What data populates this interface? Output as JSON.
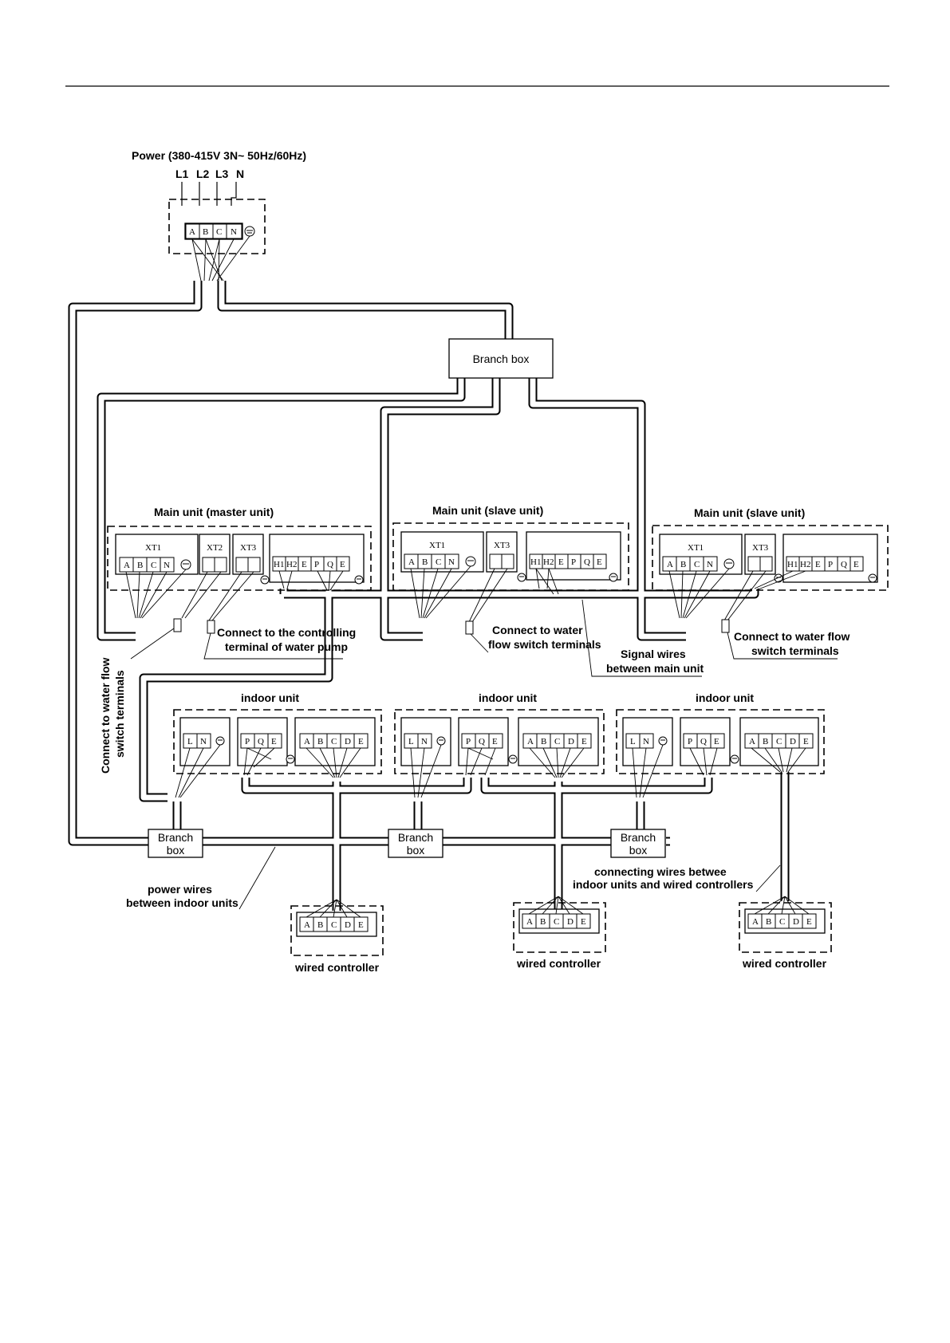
{
  "power": {
    "title": "Power (380-415V 3N~ 50Hz/60Hz)",
    "phases": [
      "L1",
      "L2",
      "L3",
      "N"
    ],
    "terminals": [
      "A",
      "B",
      "C",
      "N"
    ]
  },
  "branch_box_top": "Branch box",
  "units": {
    "master": {
      "title": "Main unit (master unit)",
      "xt1_label": "XT1",
      "xt1_terms": [
        "A",
        "B",
        "C",
        "N"
      ],
      "xt2_label": "XT2",
      "xt3_label": "XT3",
      "sig_terms": [
        "H1",
        "H2",
        "E",
        "P",
        "Q",
        "E"
      ]
    },
    "slave1": {
      "title": "Main unit (slave unit)",
      "xt1_label": "XT1",
      "xt1_terms": [
        "A",
        "B",
        "C",
        "N"
      ],
      "xt3_label": "XT3",
      "sig_terms": [
        "H1",
        "H2",
        "E",
        "P",
        "Q",
        "E"
      ]
    },
    "slave2": {
      "title": "Main unit (slave unit)",
      "xt1_label": "XT1",
      "xt1_terms": [
        "A",
        "B",
        "C",
        "N"
      ],
      "xt3_label": "XT3",
      "sig_terms": [
        "H1",
        "H2",
        "E",
        "P",
        "Q",
        "E"
      ]
    }
  },
  "annotations": {
    "pump_1": "Connect to the controlling",
    "pump_2": "terminal of water pump",
    "flow_mid_1": "Connect to water",
    "flow_mid_2": "flow switch terminals",
    "flow_right_1": "Connect to water flow",
    "flow_right_2": "switch terminals",
    "signal_1": "Signal wires",
    "signal_2": "between main unit",
    "flow_left_1": "Connect to water flow",
    "flow_left_2": "switch terminals",
    "power_wires_1": "power wires",
    "power_wires_2": "between indoor units",
    "ctrl_wires_1": "connecting wires betwee",
    "ctrl_wires_2": "indoor units and wired controllers"
  },
  "indoor_units": [
    {
      "title": "indoor unit",
      "power_terms": [
        "L",
        "N"
      ],
      "comm_terms": [
        "P",
        "Q",
        "E"
      ],
      "ctrl_terms": [
        "A",
        "B",
        "C",
        "D",
        "E"
      ]
    },
    {
      "title": "indoor unit",
      "power_terms": [
        "L",
        "N"
      ],
      "comm_terms": [
        "P",
        "Q",
        "E"
      ],
      "ctrl_terms": [
        "A",
        "B",
        "C",
        "D",
        "E"
      ]
    },
    {
      "title": "indoor unit",
      "power_terms": [
        "L",
        "N"
      ],
      "comm_terms": [
        "P",
        "Q",
        "E"
      ],
      "ctrl_terms": [
        "A",
        "B",
        "C",
        "D",
        "E"
      ]
    }
  ],
  "lower_branch_boxes": [
    {
      "line1": "Branch",
      "line2": "box"
    },
    {
      "line1": "Branch",
      "line2": "box"
    },
    {
      "line1": "Branch",
      "line2": "box"
    }
  ],
  "wired_controllers": [
    {
      "title": "wired controller",
      "terms": [
        "A",
        "B",
        "C",
        "D",
        "E"
      ]
    },
    {
      "title": "wired controller",
      "terms": [
        "A",
        "B",
        "C",
        "D",
        "E"
      ]
    },
    {
      "title": "wired controller",
      "terms": [
        "A",
        "B",
        "C",
        "D",
        "E"
      ]
    }
  ]
}
